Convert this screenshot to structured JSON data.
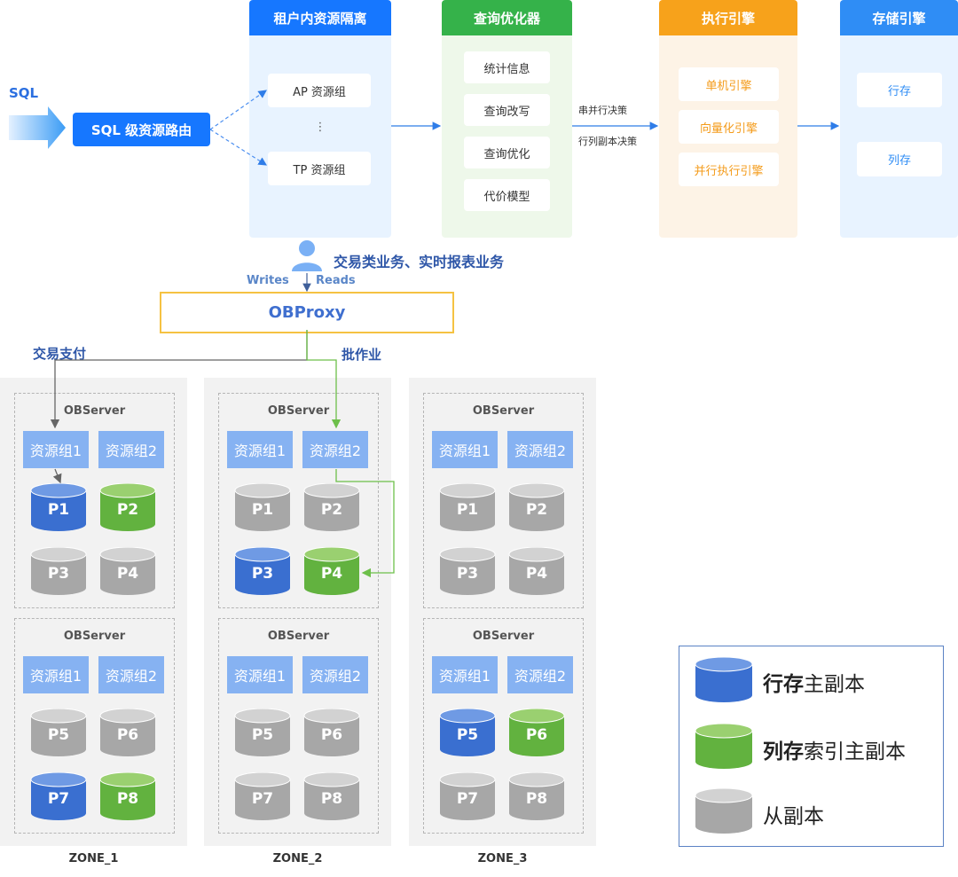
{
  "sql_input": {
    "label": "SQL"
  },
  "router": {
    "label": "SQL 级资源路由"
  },
  "panels": {
    "isolation": {
      "title": "租户内资源隔离",
      "items": [
        "AP 资源组",
        "⋮",
        "TP 资源组"
      ]
    },
    "optimizer": {
      "title": "查询优化器",
      "items": [
        "统计信息",
        "查询改写",
        "查询优化",
        "代价模型"
      ]
    },
    "execution": {
      "title": "执行引擎",
      "items": [
        "单机引擎",
        "向量化引擎",
        "并行执行引擎"
      ]
    },
    "storage": {
      "title": "存储引擎",
      "items": [
        "行存",
        "列存"
      ]
    }
  },
  "decisions": {
    "serial_parallel": "串并行决策",
    "row_col_replica": "行列副本决策"
  },
  "user": {
    "label": "交易类业务、实时报表业务",
    "writes": "Writes",
    "reads": "Reads"
  },
  "proxy": {
    "label": "OBProxy"
  },
  "routes": {
    "payment": "交易支付",
    "batch": "批作业"
  },
  "server_title": "OBServer",
  "resource_groups": [
    "资源组1",
    "资源组2"
  ],
  "zones": [
    {
      "label": "ZONE_1",
      "servers": [
        {
          "partitions": [
            {
              "name": "P1",
              "kind": "row"
            },
            {
              "name": "P2",
              "kind": "col"
            },
            {
              "name": "P3",
              "kind": "follower"
            },
            {
              "name": "P4",
              "kind": "follower"
            }
          ]
        },
        {
          "partitions": [
            {
              "name": "P5",
              "kind": "follower"
            },
            {
              "name": "P6",
              "kind": "follower"
            },
            {
              "name": "P7",
              "kind": "row"
            },
            {
              "name": "P8",
              "kind": "col"
            }
          ]
        }
      ]
    },
    {
      "label": "ZONE_2",
      "servers": [
        {
          "partitions": [
            {
              "name": "P1",
              "kind": "follower"
            },
            {
              "name": "P2",
              "kind": "follower"
            },
            {
              "name": "P3",
              "kind": "row"
            },
            {
              "name": "P4",
              "kind": "col"
            }
          ]
        },
        {
          "partitions": [
            {
              "name": "P5",
              "kind": "follower"
            },
            {
              "name": "P6",
              "kind": "follower"
            },
            {
              "name": "P7",
              "kind": "follower"
            },
            {
              "name": "P8",
              "kind": "follower"
            }
          ]
        }
      ]
    },
    {
      "label": "ZONE_3",
      "servers": [
        {
          "partitions": [
            {
              "name": "P1",
              "kind": "follower"
            },
            {
              "name": "P2",
              "kind": "follower"
            },
            {
              "name": "P3",
              "kind": "follower"
            },
            {
              "name": "P4",
              "kind": "follower"
            }
          ]
        },
        {
          "partitions": [
            {
              "name": "P5",
              "kind": "row"
            },
            {
              "name": "P6",
              "kind": "col"
            },
            {
              "name": "P7",
              "kind": "follower"
            },
            {
              "name": "P8",
              "kind": "follower"
            }
          ]
        }
      ]
    }
  ],
  "legend": {
    "row_bold": "行存",
    "row_rest": "主副本",
    "col_bold": "列存",
    "col_rest": "索引主副本",
    "follower": "从副本"
  },
  "colors": {
    "isolation": "#1677ff",
    "optimizer": "#35b24a",
    "execution": "#f7a21b",
    "storage": "#2f8df5",
    "row_replica": "#3a6fd0",
    "col_replica": "#62b23f",
    "follower": "#a7a7a7",
    "resource_group": "#86b2f2",
    "proxy_border": "#f5c242",
    "route_payment": "#666666",
    "route_batch": "#6dbf4a"
  }
}
